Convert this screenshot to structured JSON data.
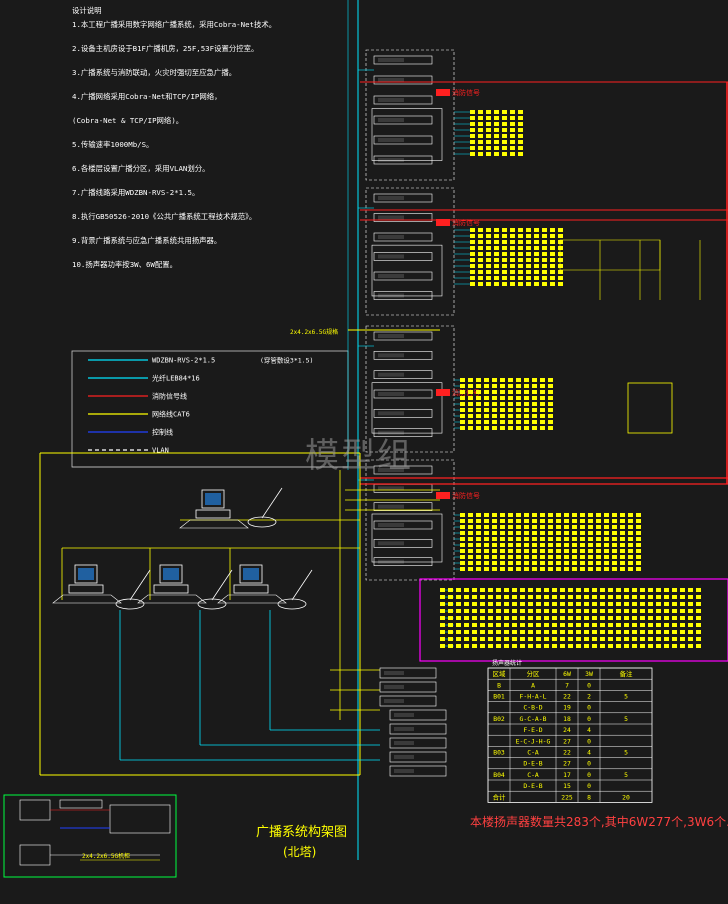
{
  "notes": {
    "heading": "设计说明",
    "lines": [
      "1.本工程广播采用数字网络广播系统，采用Cobra-Net技术。",
      "2.设备主机房设于B1F广播机房，25F,53F设置分控室。",
      "3.广播系统与消防联动，火灾时强切至应急广播。",
      "4.广播网络采用Cobra-Net和TCP/IP网络，",
      "(Cobra-Net & TCP/IP网络)。",
      "5.传输速率1000Mb/S。",
      "6.各楼层设置广播分区，采用VLAN划分。",
      "7.广播线路采用WDZBN-RVS-2*1.5。",
      "8.执行GB50526-2010《公共广播系统工程技术规范》。",
      "9.背景广播系统与应急广播系统共用扬声器。",
      "10.扬声器功率按3W、6W配置。"
    ]
  },
  "legend": {
    "items": [
      {
        "label": "WDZBN-RVS-2*1.5",
        "note": "(穿管敷设3*1.5)",
        "color": "#00e5ff"
      },
      {
        "label": "光纤LEB84*16",
        "note": "",
        "color": "#00e5ff"
      },
      {
        "label": "消防信号线",
        "note": "",
        "color": "#ff2020"
      },
      {
        "label": "网络线CAT6",
        "note": "",
        "color": "#ffff00"
      },
      {
        "label": "控制线",
        "note": "",
        "color": "#2040ff"
      },
      {
        "label": "VLAN",
        "note": "",
        "color": "#ffffff"
      }
    ]
  },
  "diagram": {
    "fire_signal_label": "消防信号",
    "cable_label": "2x4.2x6.5G规格"
  },
  "table": {
    "title": "扬声器统计",
    "headers": [
      "区域",
      "分区",
      "6W",
      "3W",
      "备注"
    ],
    "rows": [
      [
        "B",
        "A",
        "7",
        "0",
        ""
      ],
      [
        "B01",
        "F-H-A-L",
        "22",
        "2",
        "5"
      ],
      [
        "",
        "C-B-D",
        "19",
        "0",
        ""
      ],
      [
        "B02",
        "G-C-A-B",
        "18",
        "0",
        "5"
      ],
      [
        "",
        "F-E-D",
        "24",
        "4",
        ""
      ],
      [
        "",
        "E-C-J-H-G",
        "27",
        "0",
        ""
      ],
      [
        "B03",
        "C-A",
        "22",
        "4",
        "5"
      ],
      [
        "",
        "D-E-B",
        "27",
        "0",
        ""
      ],
      [
        "B04",
        "C-A",
        "17",
        "0",
        "5"
      ],
      [
        "",
        "D-E-B",
        "15",
        "0",
        ""
      ],
      [
        "合计",
        "",
        "225",
        "8",
        "20"
      ]
    ]
  },
  "summary": "本楼扬声器数量共283个,其中6W277个,3W6个.",
  "title": "广播系统构架图",
  "subtitle": "(北塔)",
  "watermark": "模型组",
  "cabinet_label": "2x4.2x6.5G机柜"
}
